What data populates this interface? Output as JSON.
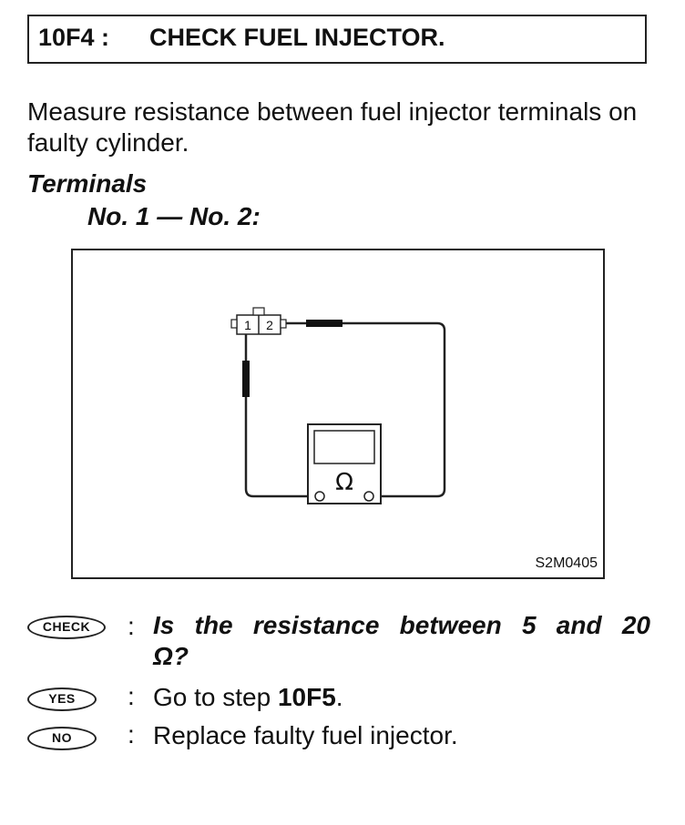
{
  "header": {
    "code": "10F4 :",
    "title": "CHECK FUEL INJECTOR."
  },
  "intro": "Measure resistance between fuel injector terminals on faulty cylinder.",
  "terminals": {
    "heading": "Terminals",
    "pair": "No. 1 — No. 2:"
  },
  "figure": {
    "pin1": "1",
    "pin2": "2",
    "meter_symbol": "Ω",
    "code": "S2M0405"
  },
  "check": {
    "badge": "CHECK",
    "colon": ":",
    "question_line1": "Is the resistance between 5 and 20",
    "question_line2": "Ω?"
  },
  "yes": {
    "badge": "YES",
    "colon": ":",
    "prefix": "Go to step ",
    "step": "10F5",
    "suffix": "."
  },
  "no": {
    "badge": "NO",
    "colon": ":",
    "text": "Replace faulty fuel injector."
  }
}
